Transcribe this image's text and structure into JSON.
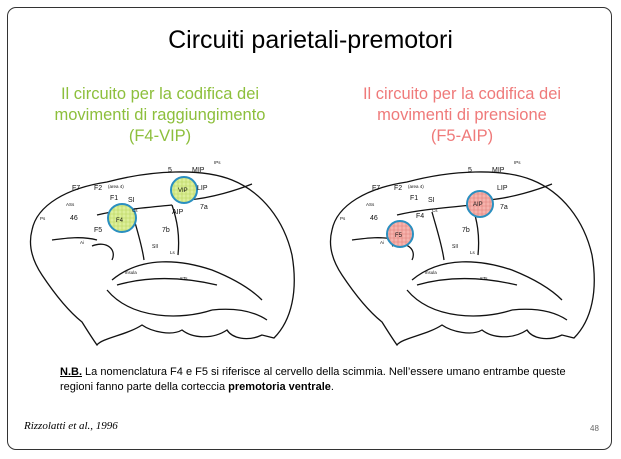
{
  "title": "Circuiti parietali-premotori",
  "left": {
    "subtitle_line1": "Il circuito per la codifica dei",
    "subtitle_line2": "movimenti di raggiungimento",
    "subtitle_line3": "(F4-VIP)",
    "color": "#8dbf3c"
  },
  "right": {
    "subtitle_line1": "Il circuito per la codifica dei",
    "subtitle_line2": "movimenti di prensione",
    "subtitle_line3": "(F5-AIP)",
    "color": "#ef7a7a"
  },
  "brain_labels": {
    "f7": "F7",
    "f2": "F2",
    "area4": "(area 4)",
    "f1": "F1",
    "si": "SI",
    "five": "5",
    "mip": "MIP",
    "lip": "LIP",
    "ips": "IPs",
    "aip": "AIP",
    "vip": "VIP",
    "seven_a": "7a",
    "seven_b": "7b",
    "f4": "F4",
    "f5": "F5",
    "fortysix": "46",
    "as": "ASs",
    "ps": "Ps",
    "ai": "Ai",
    "cs": "Cs",
    "sii": "SII",
    "ls": "Ls",
    "insula": "insula",
    "sts": "STs"
  },
  "note": {
    "nb": "N.B.",
    "text1": " La nomenclatura F4 e F5 si riferisce al cervello della scimmia. Nell’essere umano entrambe queste regioni fanno parte della corteccia ",
    "bold": "premotoria ventrale",
    "text2": "."
  },
  "citation": "Rizzolatti et al., 1996",
  "page_number": "48",
  "circle_outline_color": "#2a8fc0"
}
